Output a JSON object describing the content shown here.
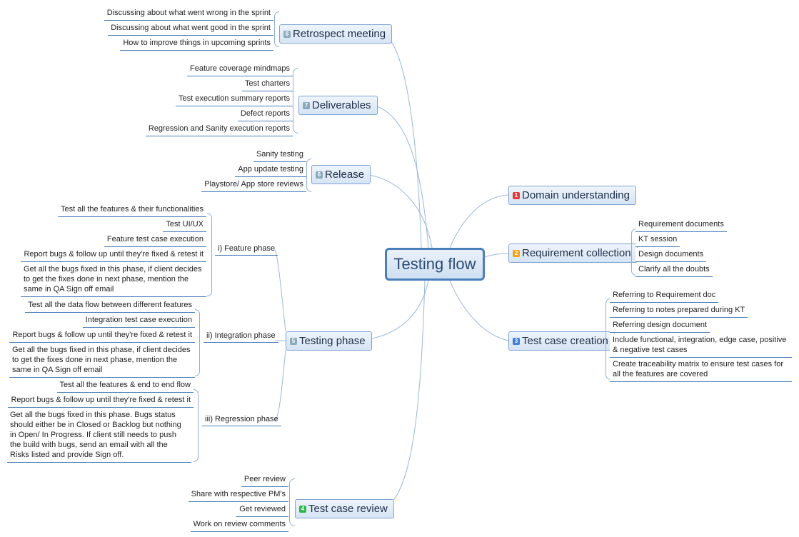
{
  "central": "Testing flow",
  "branches": {
    "retrospect": {
      "badge": "8",
      "title": "Retrospect meeting",
      "items": [
        "Discussing about what went wrong in the sprint",
        "Discussing about what went good in the sprint",
        "How to improve things in upcoming sprints"
      ]
    },
    "deliverables": {
      "badge": "7",
      "title": "Deliverables",
      "items": [
        "Feature coverage mindmaps",
        "Test charters",
        "Test execution summary reports",
        "Defect reports",
        "Regression and Sanity execution reports"
      ]
    },
    "release": {
      "badge": "6",
      "title": "Release",
      "items": [
        "Sanity testing",
        "App update testing",
        "Playstore/ App store reviews"
      ]
    },
    "testing_phase": {
      "badge": "5",
      "title": "Testing phase",
      "feature": {
        "title": "i) Feature phase",
        "items": [
          "Test all the features & their functionalities",
          "Test UI/UX",
          "Feature test case execution",
          "Report bugs & follow up until they're fixed & retest it",
          "Get all the bugs fixed in this phase, if client decides to get the fixes done in next phase, mention the same in QA Sign off email"
        ]
      },
      "integration": {
        "title": "ii) Integration phase",
        "items": [
          "Test all the data flow between different features",
          "Integration test case execution",
          "Report bugs & follow up until they're fixed & retest it",
          "Get all the bugs fixed in this phase, if client decides to get the fixes done in next phase, mention the same in QA Sign off email"
        ]
      },
      "regression": {
        "title": "iii) Regression phase",
        "items": [
          "Test all the features & end to end flow",
          "Report bugs & follow up until they're fixed & retest it",
          "Get all the bugs fixed in this phase. Bugs status should either be in Closed or Backlog but nothing in Open/ In Progress. If client still needs to push the build with bugs, send an email with all the Risks listed and provide Sign off."
        ]
      }
    },
    "test_case_review": {
      "badge": "4",
      "title": "Test case review",
      "items": [
        "Peer review",
        "Share with respective PM's",
        "Get reviewed",
        "Work on review comments"
      ]
    },
    "domain": {
      "badge": "1",
      "title": "Domain understanding"
    },
    "requirement": {
      "badge": "2",
      "title": "Requirement collection",
      "items": [
        "Requirement documents",
        "KT session",
        "Design documents",
        "Clarify all the doubts"
      ]
    },
    "test_case_creation": {
      "badge": "3",
      "title": "Test case creation",
      "items": [
        "Referring to Requirement doc",
        "Referring to notes prepared during KT",
        "Referring design document",
        "Include functional, integration, edge case, positive & negative test cases",
        "Create traceability matrix to ensure test cases for all the features are covered"
      ]
    }
  },
  "colors": {
    "accent": "#4a7fba",
    "connector": "#8fb0d8"
  }
}
